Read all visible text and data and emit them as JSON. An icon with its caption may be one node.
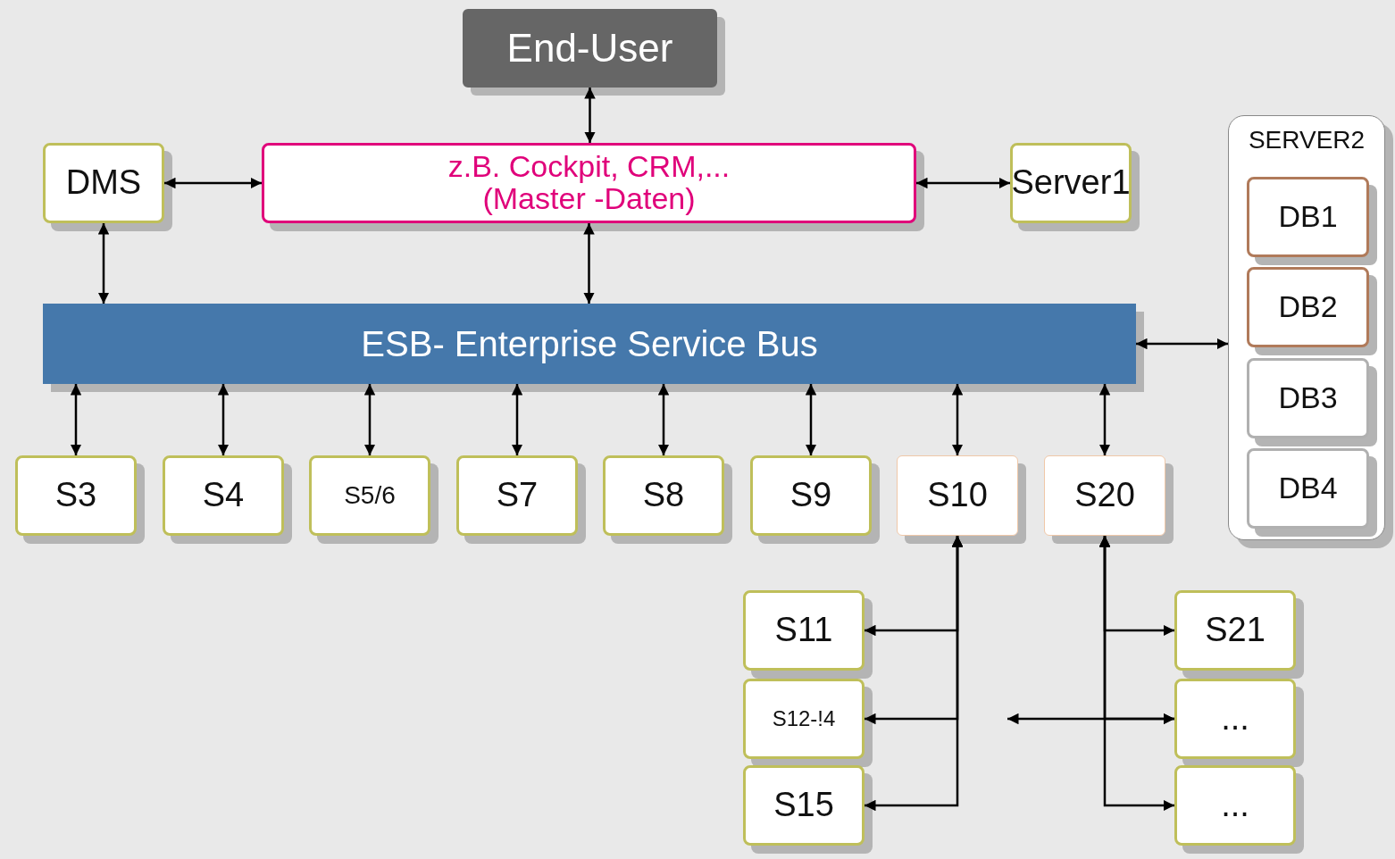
{
  "diagram": {
    "nodes": [
      {
        "text": [
          "End-User"
        ]
      },
      {
        "text": [
          "z.B. Cockpit, CRM,... (Master -Daten)"
        ]
      },
      {
        "text": [
          "DMS"
        ]
      },
      {
        "text": [
          "Server1"
        ]
      },
      {
        "text": [
          "SERVER2"
        ]
      },
      {
        "text": [
          "DB1"
        ],
        "in": 4
      },
      {
        "text": [
          "DB2"
        ],
        "in": 4
      },
      {
        "text": [
          "DB3"
        ],
        "in": 4
      },
      {
        "text": [
          "DB4"
        ],
        "in": 4
      },
      {
        "text": [
          "ESB- Enterprise Service Bus"
        ]
      },
      {
        "text": [
          "S3"
        ]
      },
      {
        "text": [
          "S4"
        ]
      },
      {
        "text": [
          "S5/6"
        ]
      },
      {
        "text": [
          "S7"
        ]
      },
      {
        "text": [
          "S8"
        ]
      },
      {
        "text": [
          "S9"
        ]
      },
      {
        "text": [
          "S10"
        ]
      },
      {
        "text": [
          "S20"
        ]
      },
      {
        "text": [
          "S11"
        ]
      },
      {
        "text": [
          "S12-!4"
        ]
      },
      {
        "text": [
          "S15"
        ]
      },
      {
        "text": [
          "S21"
        ]
      },
      {
        "text": [
          "..."
        ]
      },
      {
        "text": [
          "..."
        ]
      }
    ],
    "edges": [
      {
        "from": 0,
        "to": 1,
        "arrow": "both"
      },
      {
        "from": 2,
        "to": 1,
        "arrow": "both"
      },
      {
        "from": 1,
        "to": 3,
        "arrow": "both"
      },
      {
        "from": 2,
        "to": 9,
        "arrow": "both"
      },
      {
        "from": 1,
        "to": 9,
        "arrow": "both"
      },
      {
        "from": 9,
        "to": 4,
        "arrow": "both"
      },
      {
        "from": 9,
        "to": 10,
        "arrow": "both"
      },
      {
        "from": 9,
        "to": 11,
        "arrow": "both"
      },
      {
        "from": 9,
        "to": 12,
        "arrow": "both"
      },
      {
        "from": 9,
        "to": 13,
        "arrow": "both"
      },
      {
        "from": 9,
        "to": 14,
        "arrow": "both"
      },
      {
        "from": 9,
        "to": 15,
        "arrow": "both"
      },
      {
        "from": 9,
        "to": 16,
        "arrow": "both"
      },
      {
        "from": 9,
        "to": 17,
        "arrow": "both"
      },
      {
        "from": 16,
        "to": 18,
        "arrow": "both"
      },
      {
        "from": 16,
        "to": 19,
        "arrow": "both"
      },
      {
        "from": 16,
        "to": 20,
        "arrow": "both"
      },
      {
        "from": 17,
        "to": 21,
        "arrow": "both"
      },
      {
        "from": 17,
        "to": 22,
        "arrow": "both"
      },
      {
        "from": 17,
        "to": 23,
        "arrow": "both"
      },
      {
        "from": null,
        "to": 22,
        "arrow": "both"
      }
    ]
  }
}
